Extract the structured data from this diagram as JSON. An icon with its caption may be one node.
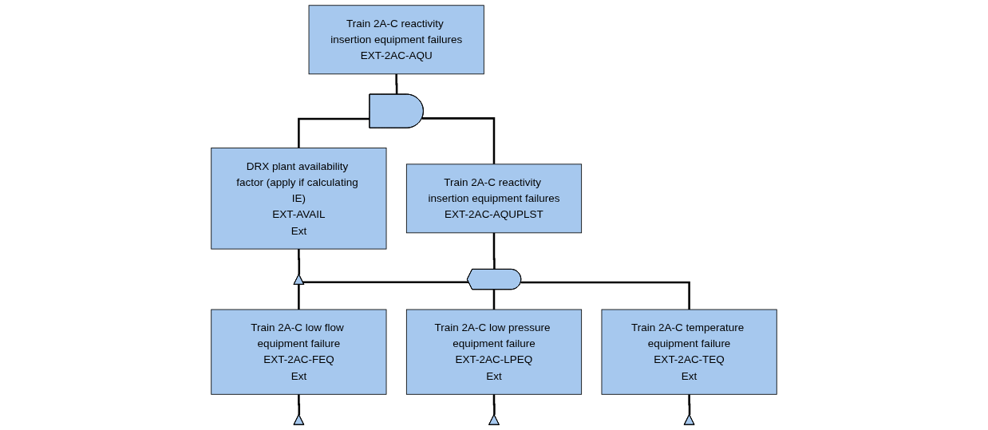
{
  "diagram": {
    "nodes": [
      {
        "text": [
          "Train 2A-C reactivity insertion equipment failures",
          "EXT-2AC-AQU"
        ]
      },
      {
        "text": [],
        "shape": "and-gate"
      },
      {
        "text": [
          "DRX plant availability factor (apply if calculating IE)",
          "EXT-AVAIL",
          "Ext"
        ]
      },
      {
        "text": [],
        "shape": "triangle"
      },
      {
        "text": [
          "Train 2A-C reactivity insertion equipment failures",
          "EXT-2AC-AQUPLST"
        ]
      },
      {
        "text": [],
        "shape": "or-gate"
      },
      {
        "text": [
          "Train 2A-C low flow equipment failure",
          "EXT-2AC-FEQ",
          "Ext"
        ]
      },
      {
        "text": [],
        "shape": "triangle"
      },
      {
        "text": [
          "Train 2A-C low pressure equipment failure",
          "EXT-2AC-LPEQ",
          "Ext"
        ]
      },
      {
        "text": [],
        "shape": "triangle"
      },
      {
        "text": [
          "Train 2A-C temperature equipment failure",
          "EXT-2AC-TEQ",
          "Ext"
        ]
      },
      {
        "text": [],
        "shape": "triangle"
      }
    ],
    "edges": [
      {
        "from": 0,
        "to": 1,
        "arrow": "none"
      },
      {
        "from": 1,
        "to": 2,
        "arrow": "none"
      },
      {
        "from": 1,
        "to": 4,
        "arrow": "none"
      },
      {
        "from": 2,
        "to": 3,
        "arrow": "none"
      },
      {
        "from": 4,
        "to": 5,
        "arrow": "none"
      },
      {
        "from": 5,
        "to": 6,
        "arrow": "none"
      },
      {
        "from": 5,
        "to": 8,
        "arrow": "none"
      },
      {
        "from": 5,
        "to": 10,
        "arrow": "none"
      },
      {
        "from": 6,
        "to": 7,
        "arrow": "none"
      },
      {
        "from": 8,
        "to": 9,
        "arrow": "none"
      },
      {
        "from": 10,
        "to": 11,
        "arrow": "none"
      }
    ]
  }
}
